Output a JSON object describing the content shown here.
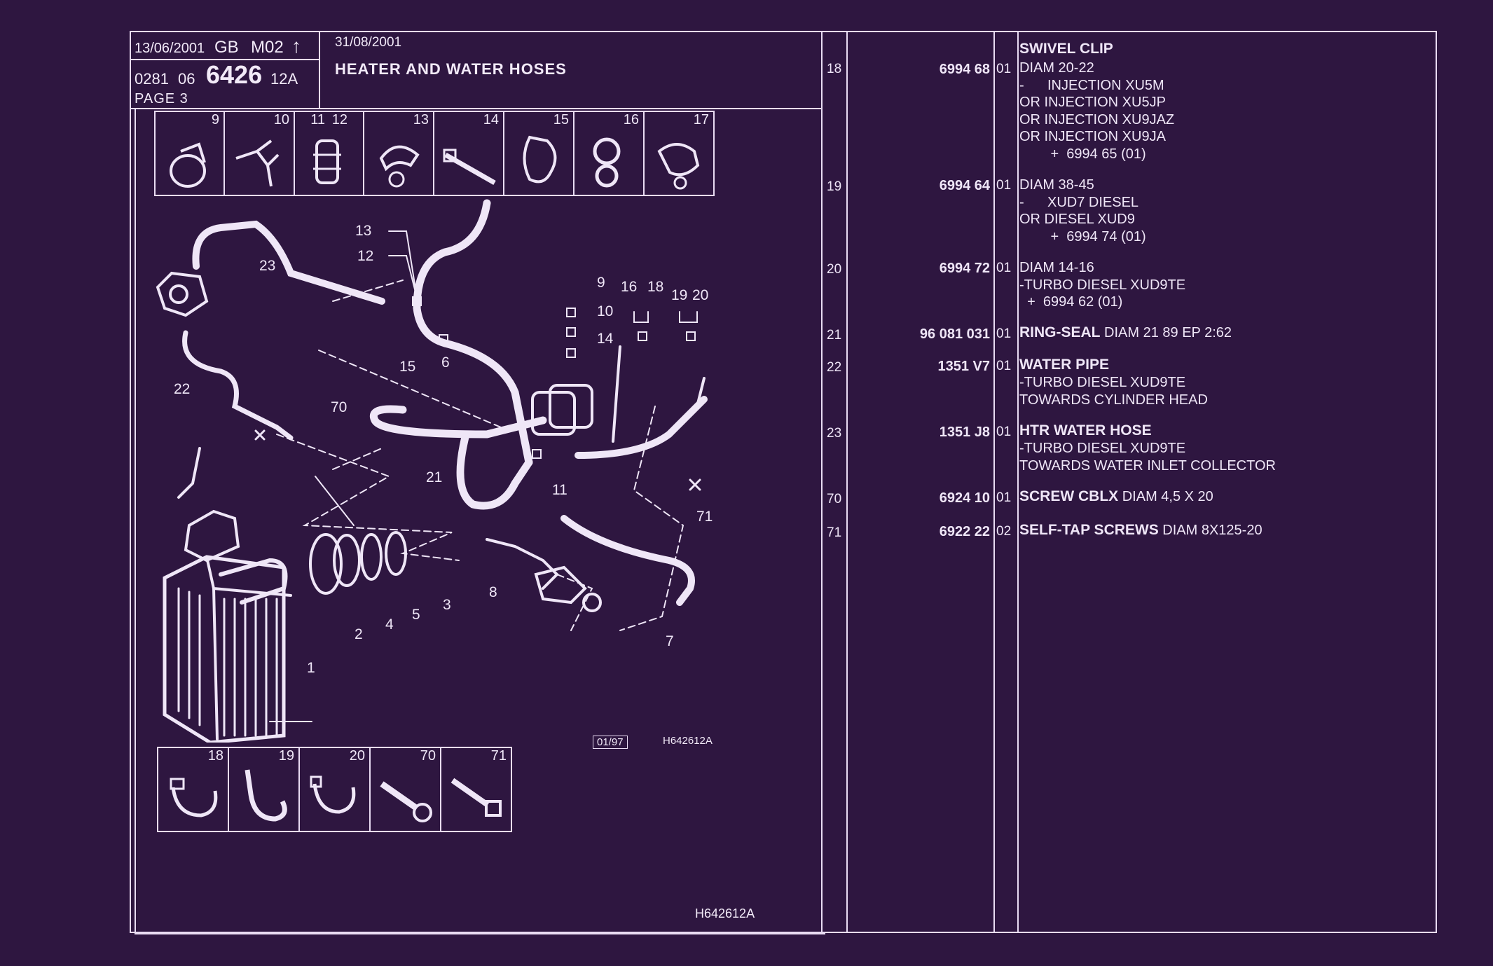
{
  "header": {
    "date1": "13/06/2001",
    "lang": "GB",
    "model": "M02",
    "arrow": "↑",
    "code1": "0281",
    "code2": "06",
    "number": "6426",
    "suffix": "12A",
    "page": "PAGE 3",
    "date2": "31/08/2001",
    "title": "HEATER AND WATER HOSES"
  },
  "top_icons": [
    "9",
    "10",
    "11",
    "12",
    "13",
    "14",
    "15",
    "16",
    "17"
  ],
  "bottom_icons": [
    "18",
    "19",
    "20",
    "70",
    "71"
  ],
  "callouts": {
    "c13": "13",
    "c12": "12",
    "c23": "23",
    "c9": "9",
    "c16": "16",
    "c18": "18",
    "c19": "19",
    "c20": "20",
    "c10": "10",
    "c14": "14",
    "c15": "15",
    "c6": "6",
    "c22": "22",
    "c70": "70",
    "c21": "21",
    "c11": "11",
    "c71": "71",
    "c8": "8",
    "c2": "2",
    "c4": "4",
    "c5": "5",
    "c3": "3",
    "c7": "7",
    "c1": "1"
  },
  "diagram_refs": {
    "box": "01/97",
    "code": "H642612A"
  },
  "footer_ref": "H642612A",
  "rows": [
    {
      "ref": "18",
      "part": "6994 68",
      "qty": "01",
      "name": "SWIVEL CLIP",
      "lines": [
        "DIAM 20-22",
        "-      INJECTION XU5M",
        "OR INJECTION XU5JP",
        "OR INJECTION XU9JAZ",
        "OR INJECTION XU9JA",
        "        +  6994 65 (01)"
      ]
    },
    {
      "ref": "19",
      "part": "6994 64",
      "qty": "01",
      "name": "",
      "lines": [
        "DIAM 38-45",
        "-      XUD7 DIESEL",
        "OR DIESEL XUD9",
        "        +  6994 74 (01)"
      ]
    },
    {
      "ref": "20",
      "part": "6994 72",
      "qty": "01",
      "name": "",
      "lines": [
        "DIAM 14-16",
        "-TURBO DIESEL XUD9TE",
        "  +  6994 62 (01)"
      ]
    },
    {
      "ref": "21",
      "part": "96 081 031",
      "qty": "01",
      "name": "RING-SEAL",
      "tail": " DIAM 21 89 EP 2:62",
      "lines": []
    },
    {
      "ref": "22",
      "part": "1351 V7",
      "qty": "01",
      "name": "WATER PIPE",
      "lines": [
        "-TURBO DIESEL XUD9TE",
        "TOWARDS CYLINDER HEAD"
      ]
    },
    {
      "ref": "23",
      "part": "1351 J8",
      "qty": "01",
      "name": "HTR WATER HOSE",
      "lines": [
        "-TURBO DIESEL XUD9TE",
        "TOWARDS WATER INLET COLLECTOR"
      ]
    },
    {
      "ref": "70",
      "part": "6924 10",
      "qty": "01",
      "name": "SCREW CBLX",
      "tail": " DIAM 4,5 X 20",
      "lines": []
    },
    {
      "ref": "71",
      "part": "6922 22",
      "qty": "02",
      "name": "SELF-TAP SCREWS",
      "tail": " DIAM 8X125-20",
      "lines": []
    }
  ]
}
